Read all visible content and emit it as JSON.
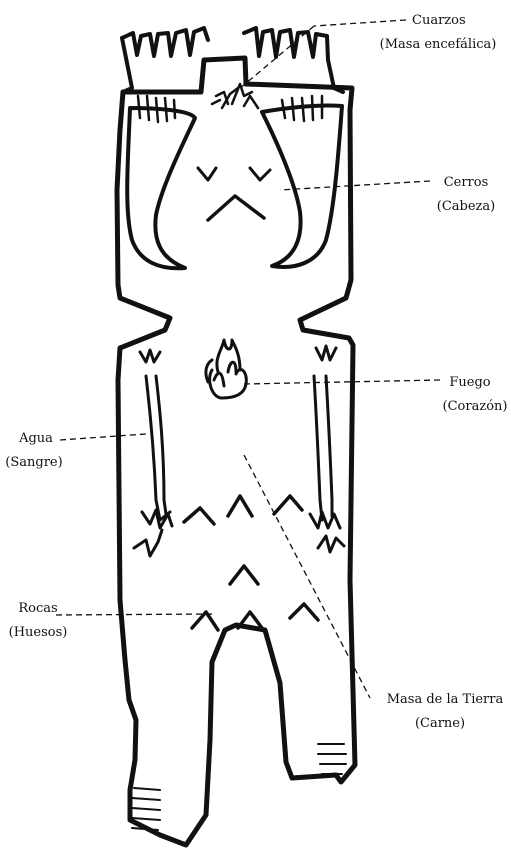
{
  "labels": [
    {
      "id": "cuarzos",
      "name": "Cuarzos",
      "meaning": "(Masa encefálica)"
    },
    {
      "id": "cerros",
      "name": "Cerros",
      "meaning": "(Cabeza)"
    },
    {
      "id": "fuego",
      "name": "Fuego",
      "meaning": "(Corazón)"
    },
    {
      "id": "agua",
      "name": "Agua",
      "meaning": "(Sangre)"
    },
    {
      "id": "rocas",
      "name": "Rocas",
      "meaning": "(Huesos)"
    },
    {
      "id": "masa",
      "name": "Masa de la Tierra",
      "meaning": "(Carne)"
    }
  ],
  "colors": {
    "ink": "#111111",
    "background": "#ffffff"
  }
}
